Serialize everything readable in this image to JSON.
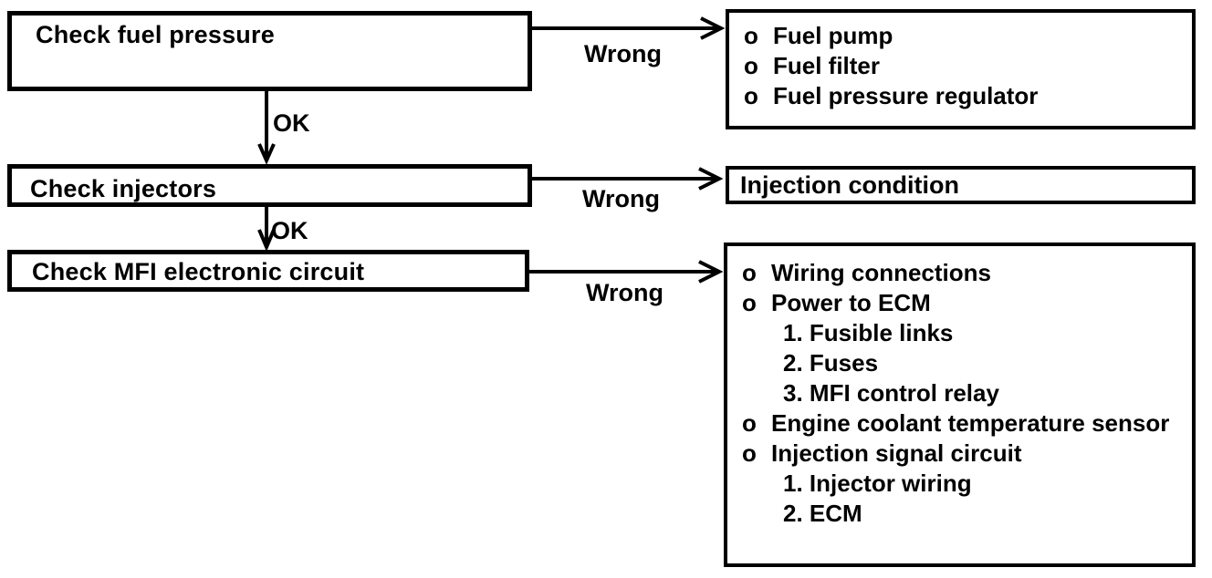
{
  "flowchart": {
    "steps": [
      {
        "label": "Check fuel pressure"
      },
      {
        "label": "Check injectors"
      },
      {
        "label": "Check MFI electronic circuit"
      }
    ],
    "edge_labels": {
      "ok": "OK",
      "wrong": "Wrong"
    },
    "results": [
      {
        "items": [
          {
            "bullet": "o",
            "text": "Fuel pump"
          },
          {
            "bullet": "o",
            "text": "Fuel filter"
          },
          {
            "bullet": "o",
            "text": "Fuel pressure regulator"
          }
        ]
      },
      {
        "text": "Injection condition"
      },
      {
        "items": [
          {
            "bullet": "o",
            "text": "Wiring connections"
          },
          {
            "bullet": "o",
            "text": "Power to ECM"
          },
          {
            "bullet": "",
            "text": "1. Fusible links"
          },
          {
            "bullet": "",
            "text": "2. Fuses"
          },
          {
            "bullet": "",
            "text": "3. MFI control relay"
          },
          {
            "bullet": "o",
            "text": "Engine coolant temperature sensor"
          },
          {
            "bullet": "o",
            "text": "Injection signal circuit"
          },
          {
            "bullet": "",
            "text": "1. Injector wiring"
          },
          {
            "bullet": "",
            "text": "2. ECM"
          }
        ]
      }
    ],
    "colors": {
      "ink": "#000000",
      "paper": "#ffffff"
    }
  }
}
